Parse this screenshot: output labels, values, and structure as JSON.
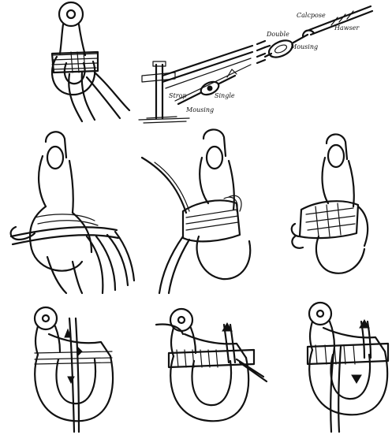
{
  "tackle_labels": {
    "calcpose": "Calcpose",
    "hawser": "Hawser",
    "double": "Double",
    "mousing_upper": "Mousing",
    "strop": "Strop",
    "single": "Single",
    "mousing_lower": "Mousing"
  },
  "figures": {
    "hook_mousing": "hook-with-mousing",
    "tackle_rig": "tackle-rig",
    "hook_step1": "hook-mousing-step-1",
    "hook_step2": "hook-mousing-step-2",
    "hook_step3": "hook-mousing-step-3",
    "shackle_step1": "shackle-mousing-step-1",
    "shackle_step2": "shackle-mousing-step-2",
    "shackle_step3": "shackle-mousing-step-3"
  },
  "colors": {
    "ink": "#111111",
    "paper": "#ffffff"
  }
}
